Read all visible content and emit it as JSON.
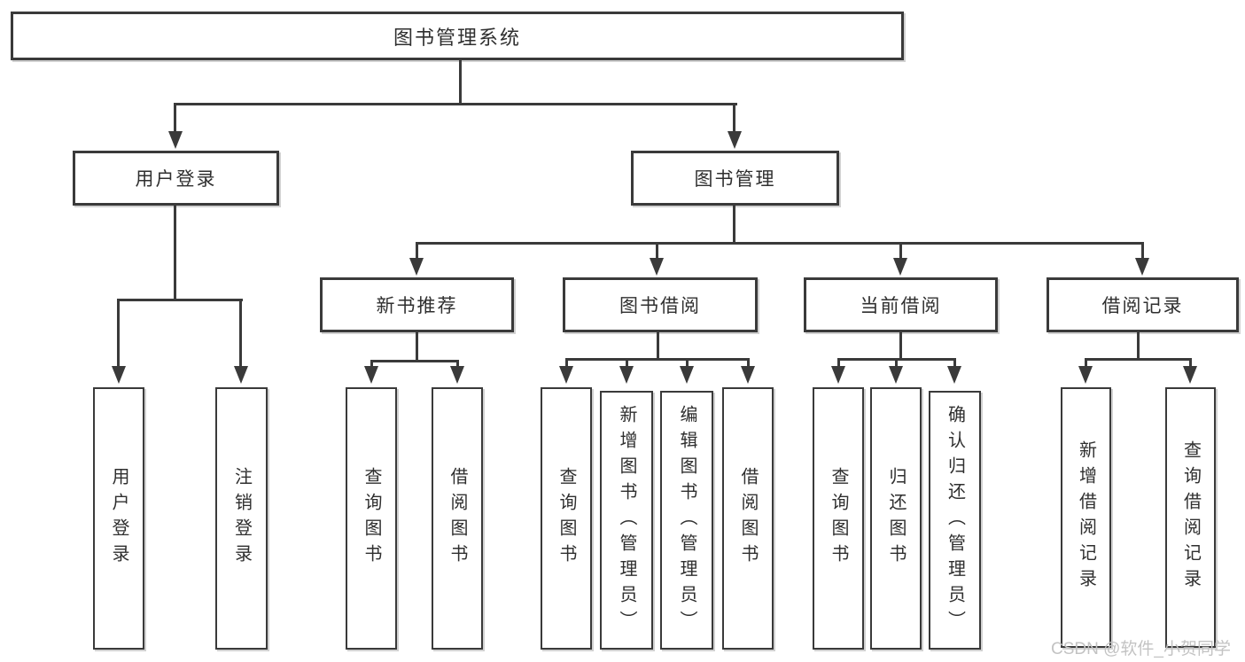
{
  "colors": {
    "line": "#3a3a3a",
    "text": "#2f2f2f",
    "watermark": "#c3c3c3",
    "background": "#ffffff"
  },
  "diagram": {
    "title": "图书管理系统",
    "branches": [
      {
        "label": "用户登录",
        "children": [
          {
            "label": "用户登录"
          },
          {
            "label": "注销登录"
          }
        ]
      },
      {
        "label": "图书管理",
        "children": [
          {
            "label": "新书推荐",
            "children": [
              {
                "label": "查询图书"
              },
              {
                "label": "借阅图书"
              }
            ]
          },
          {
            "label": "图书借阅",
            "children": [
              {
                "label": "查询图书"
              },
              {
                "label": "新增图书（管理员）"
              },
              {
                "label": "编辑图书（管理员）"
              },
              {
                "label": "借阅图书"
              }
            ]
          },
          {
            "label": "当前借阅",
            "children": [
              {
                "label": "查询图书"
              },
              {
                "label": "归还图书"
              },
              {
                "label": "确认归还（管理员）"
              }
            ]
          },
          {
            "label": "借阅记录",
            "children": [
              {
                "label": "新增借阅记录"
              },
              {
                "label": "查询借阅记录"
              }
            ]
          }
        ]
      }
    ]
  },
  "watermark": "CSDN @软件_小贺同学"
}
